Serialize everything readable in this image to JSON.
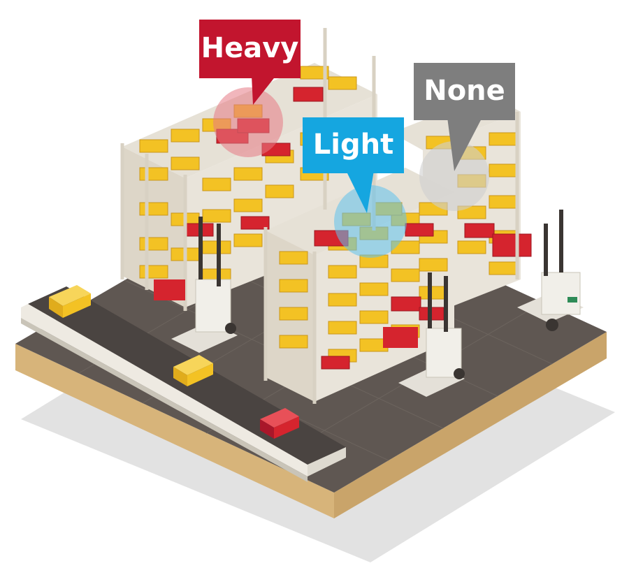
{
  "scene": {
    "subject": "isometric-automated-warehouse",
    "colors": {
      "floor": "#5f5752",
      "floor_edge": "#d9b878",
      "shadow": "#dcdcdc",
      "rack": "#e9e4da",
      "box_yellow": "#f3c224",
      "box_red": "#d5242e",
      "conveyor_belt": "#4a4441",
      "conveyor_rail": "#eeeae2",
      "robot": "#f1efe9"
    }
  },
  "callouts": [
    {
      "label": "Heavy",
      "color": "#c2152e",
      "highlight": "#e67a85"
    },
    {
      "label": "Light",
      "color": "#15a6e0",
      "highlight": "#5fc3ee"
    },
    {
      "label": "None",
      "color": "#7e7e7e",
      "highlight": "#cfcfcf"
    }
  ]
}
